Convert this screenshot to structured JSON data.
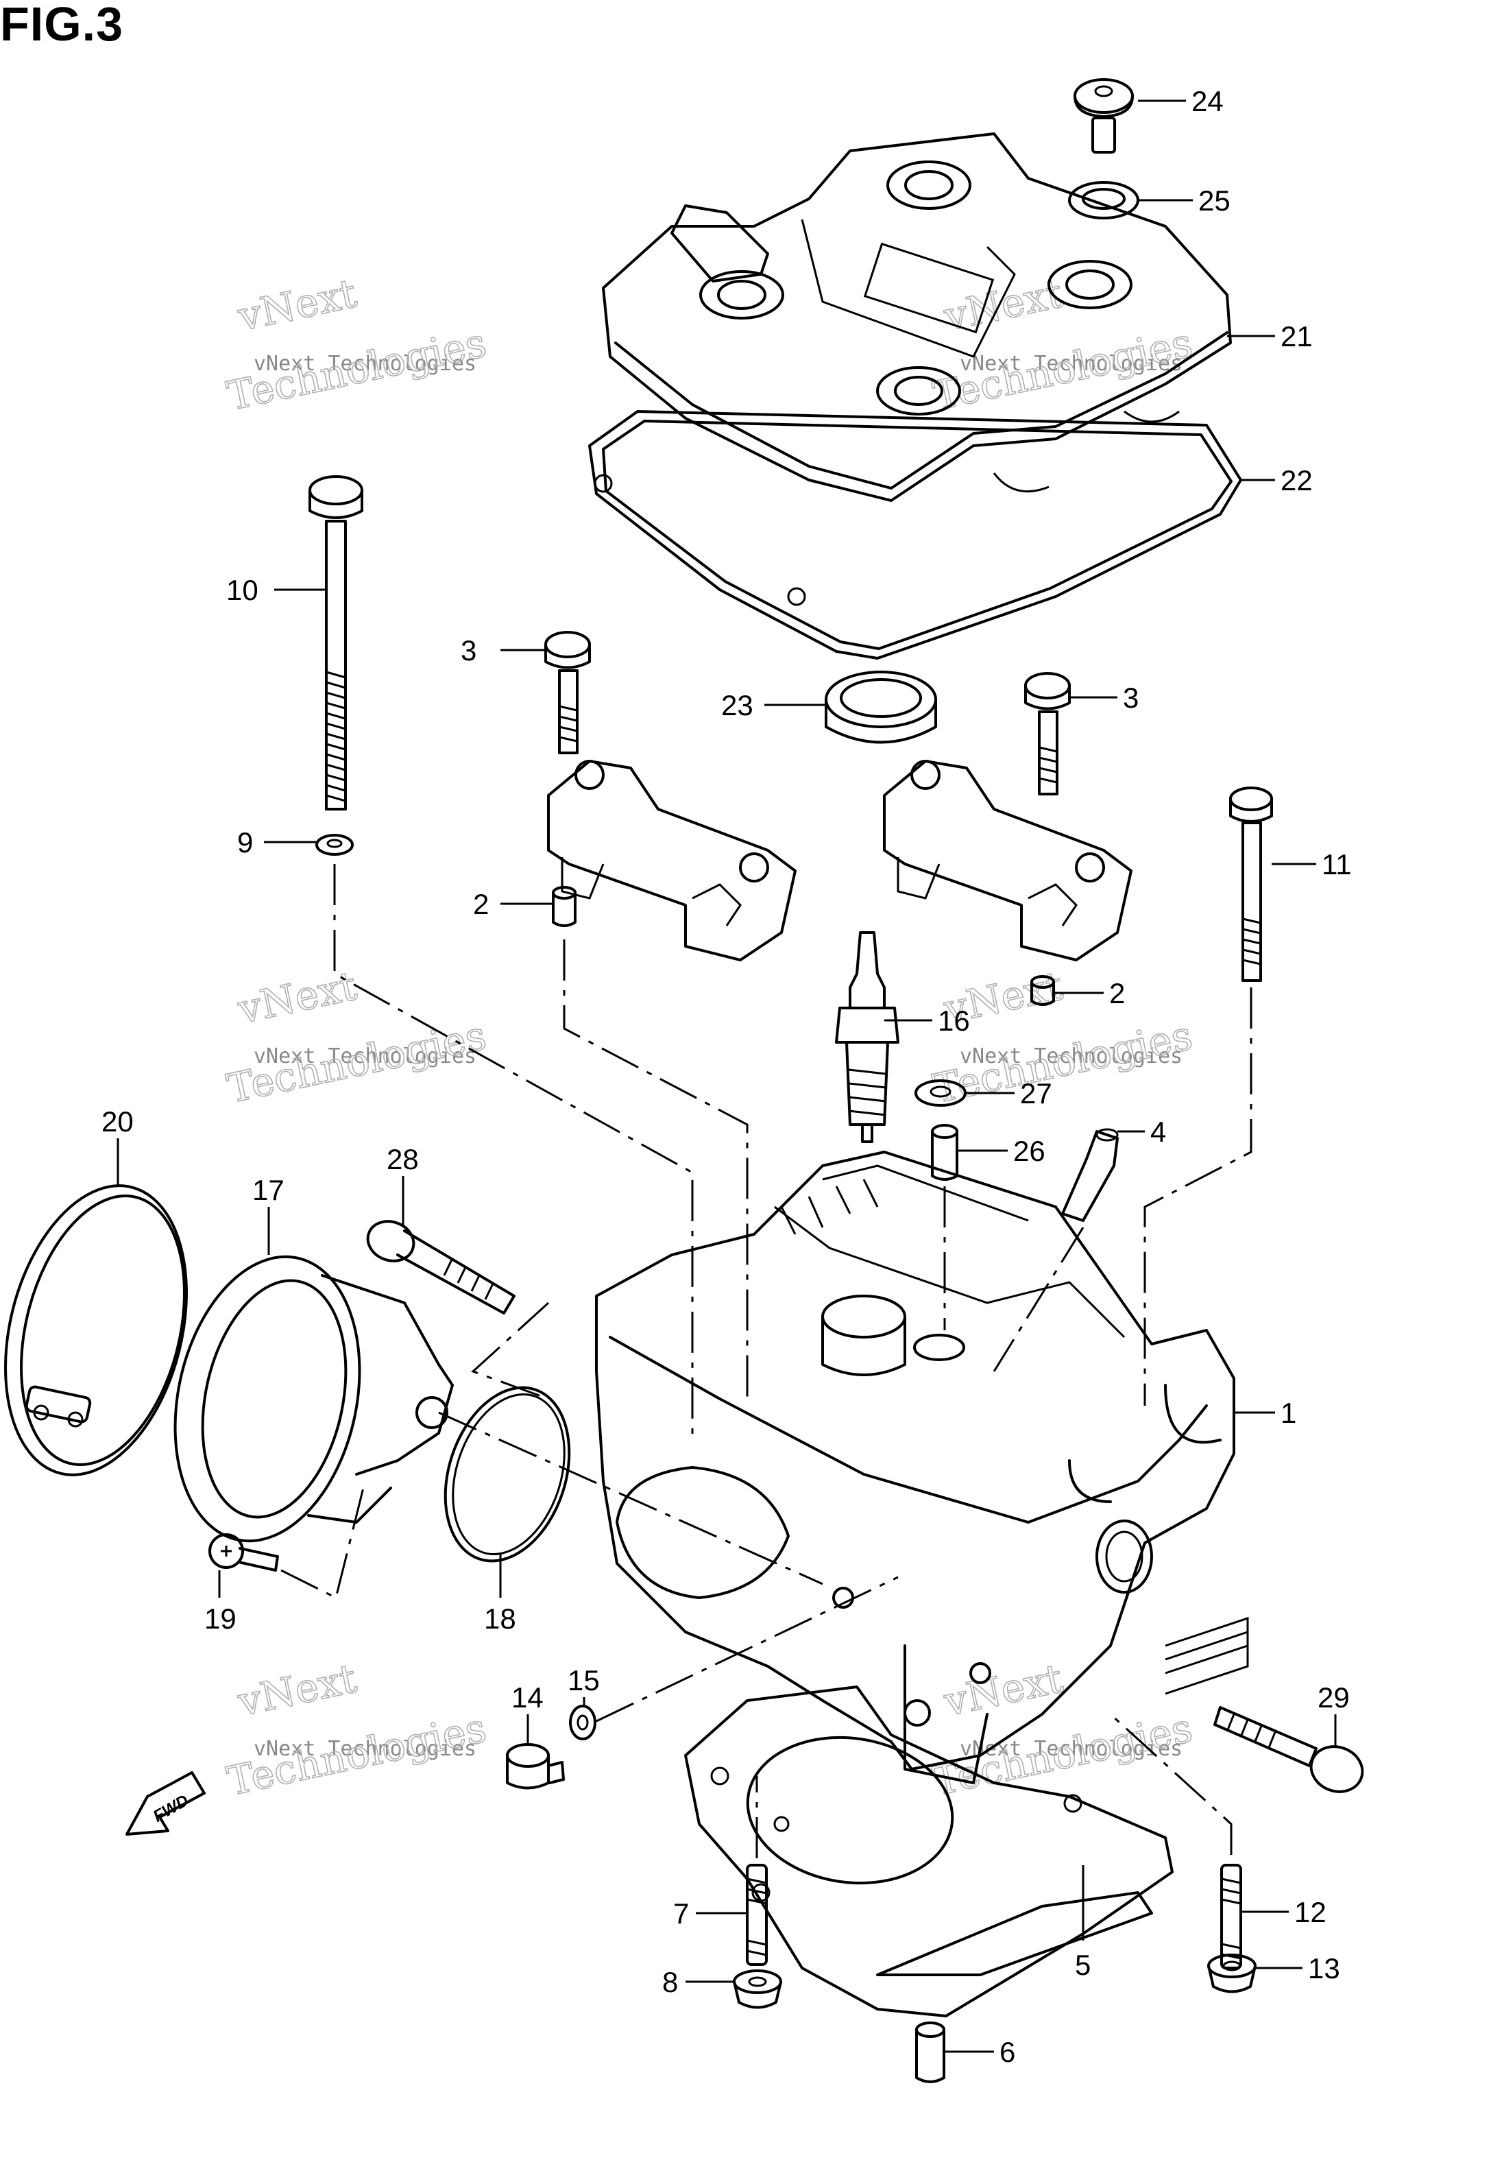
{
  "figure": {
    "title": "FIG.3"
  },
  "watermark": {
    "line1": "vNext",
    "line2": "vNext Technologies",
    "line3": "Technologies"
  },
  "fwd_badge": "FWD",
  "callouts": [
    {
      "id": "24",
      "label": "24"
    },
    {
      "id": "25",
      "label": "25"
    },
    {
      "id": "21",
      "label": "21"
    },
    {
      "id": "22",
      "label": "22"
    },
    {
      "id": "10",
      "label": "10"
    },
    {
      "id": "3a",
      "label": "3"
    },
    {
      "id": "3b",
      "label": "3"
    },
    {
      "id": "23",
      "label": "23"
    },
    {
      "id": "11",
      "label": "11"
    },
    {
      "id": "9",
      "label": "9"
    },
    {
      "id": "2a",
      "label": "2"
    },
    {
      "id": "2b",
      "label": "2"
    },
    {
      "id": "16",
      "label": "16"
    },
    {
      "id": "27",
      "label": "27"
    },
    {
      "id": "4",
      "label": "4"
    },
    {
      "id": "26",
      "label": "26"
    },
    {
      "id": "20",
      "label": "20"
    },
    {
      "id": "28",
      "label": "28"
    },
    {
      "id": "17",
      "label": "17"
    },
    {
      "id": "1",
      "label": "1"
    },
    {
      "id": "19",
      "label": "19"
    },
    {
      "id": "18",
      "label": "18"
    },
    {
      "id": "15",
      "label": "15"
    },
    {
      "id": "14",
      "label": "14"
    },
    {
      "id": "29",
      "label": "29"
    },
    {
      "id": "7",
      "label": "7"
    },
    {
      "id": "12",
      "label": "12"
    },
    {
      "id": "5",
      "label": "5"
    },
    {
      "id": "8",
      "label": "8"
    },
    {
      "id": "13",
      "label": "13"
    },
    {
      "id": "6",
      "label": "6"
    }
  ]
}
